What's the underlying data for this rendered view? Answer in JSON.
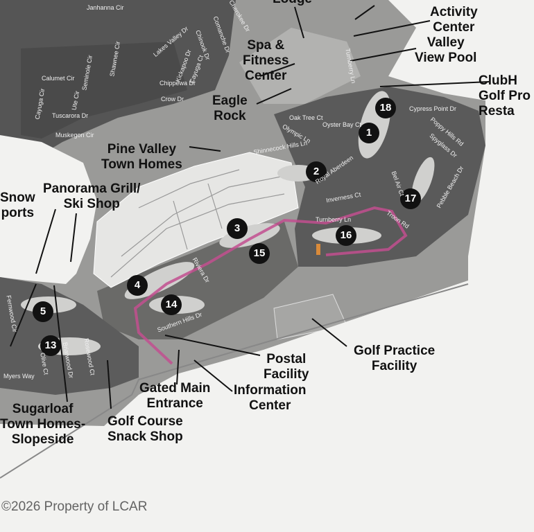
{
  "map": {
    "facilities": {
      "lodge": "Lodge",
      "activity_center": "Activity\nCenter",
      "valley_view_pool": "Valley\nView Pool",
      "clubhouse": "ClubH\nGolf Pro\nResta",
      "spa_fitness": "Spa &\nFitness\nCenter",
      "eagle_rock": "Eagle\nRock",
      "pine_valley": "Pine Valley\nTown Homes",
      "panorama_grill": "Panorama Grill/\nSki Shop",
      "snow_sports": "Snow\nports",
      "postal": "Postal\nFacility",
      "information_center": "Information\nCenter",
      "golf_practice": "Golf Practice\nFacility",
      "gated_entrance": "Gated Main\nEntrance",
      "sugarloaf": "Sugarloaf\nTown Homes-\nSlopeside",
      "golf_snack": "Golf Course\nSnack Shop"
    },
    "holes": [
      "1",
      "2",
      "3",
      "4",
      "5",
      "13",
      "14",
      "15",
      "16",
      "17",
      "18"
    ],
    "streets": {
      "janhanna": "Janhanna Cir",
      "cherokee": "Cherokee Dr",
      "comanche": "Comanche Dr",
      "chinook": "Chinook Dr",
      "lakes_valley": "Lakes Valley Dr",
      "kickapoo": "Kickapoo Dr",
      "cayuga_ct": "Cayuga Ct",
      "shawnee": "Shawnee Cir",
      "calumet": "Calumet Cir",
      "seminole": "Seminole Cir",
      "ute": "Ute Cir",
      "tuscarora": "Tuscarora Dr",
      "chippewa": "Chippewa Dr",
      "crow": "Crow Dr",
      "cayuga": "Cayuga Cir",
      "muskegon": "Muskegon Cir",
      "oak_tree": "Oak Tree Ct",
      "oyster_bay": "Oyster Bay Ct",
      "olympic": "Olympic Ln",
      "shinnecock": "Shinnecock Hills Ln",
      "turnberry": "Turnberry Ln",
      "royal_aberdeen": "Royal Aberdeen",
      "inverness": "Inverness Ct",
      "bel_air": "Bel Air Ct",
      "cypress": "Cypress Point Dr",
      "poppy": "Poppy Hills Rd",
      "spyglass": "Spyglass Dr",
      "pebble": "Pebble Beach Dr",
      "troon": "Troon Rd",
      "southern_hills": "Southern Hills Dr",
      "riviera": "Riviera Dr",
      "briarwood": "Briarwood Dr",
      "olive": "Olive Ct",
      "rosewood": "Rosewood Ct",
      "fernwood": "Fernwood Cir",
      "myers": "Myers Way"
    },
    "copyright": "©2026 Property of LCAR"
  }
}
